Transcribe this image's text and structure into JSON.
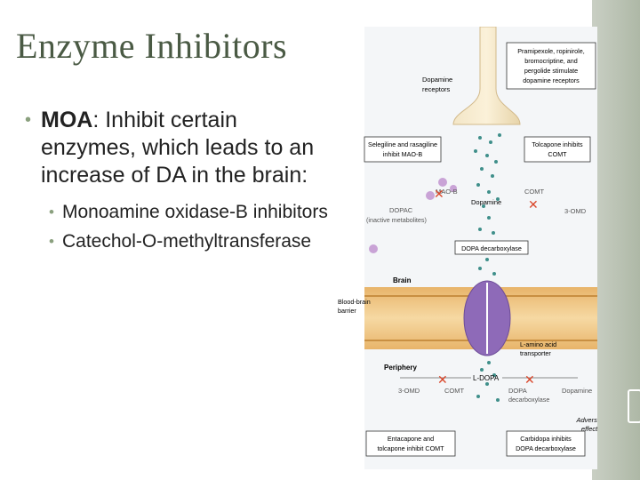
{
  "slide": {
    "title": "Enzyme Inhibitors",
    "bullet_main": {
      "label": "MOA",
      "text": ": Inhibit certain enzymes, which leads to an increase of DA in the brain:"
    },
    "sub_bullets": [
      "Monoamine oxidase-B inhibitors",
      "Catechol-O-methyltransferase"
    ]
  },
  "figure": {
    "labels": {
      "agonists": [
        "Pramipexole, ropinirole,",
        "bromocriptine, and",
        "pergolide stimulate",
        "dopamine receptors"
      ],
      "dopamine_receptors": [
        "Dopamine",
        "receptors"
      ],
      "maob_inhib": [
        "Selegiline and rasagiline",
        "inhibit MAO-B"
      ],
      "comt_inhib_top": [
        "Tolcapone inhibits",
        "COMT"
      ],
      "mao_b": "MAO-B",
      "comt_top": "COMT",
      "dopamine": "Dopamine",
      "three_omd_top": "3-OMD",
      "dopac": [
        "DOPAC",
        "(inactive metabolites)"
      ],
      "dopa_decarboxylase_box": "DOPA decarboxylase",
      "brain": "Brain",
      "bbb": [
        "Blood-brain",
        "barrier"
      ],
      "transporter": [
        "L-amino acid",
        "transporter"
      ],
      "periphery": "Periphery",
      "ldopa": "L-DOPA",
      "three_omd_bottom": "3-OMD",
      "comt_bottom": "COMT",
      "dopa_bottom": [
        "DOPA",
        "decarboxylase"
      ],
      "dopamine_bottom": "Dopamine",
      "adverse": [
        "Adverse",
        "effects"
      ],
      "entacapone": [
        "Entacapone and",
        "tolcapone inhibit COMT"
      ],
      "carbidopa": [
        "Carbidopa inhibits",
        "DOPA decarboxylase"
      ]
    }
  }
}
